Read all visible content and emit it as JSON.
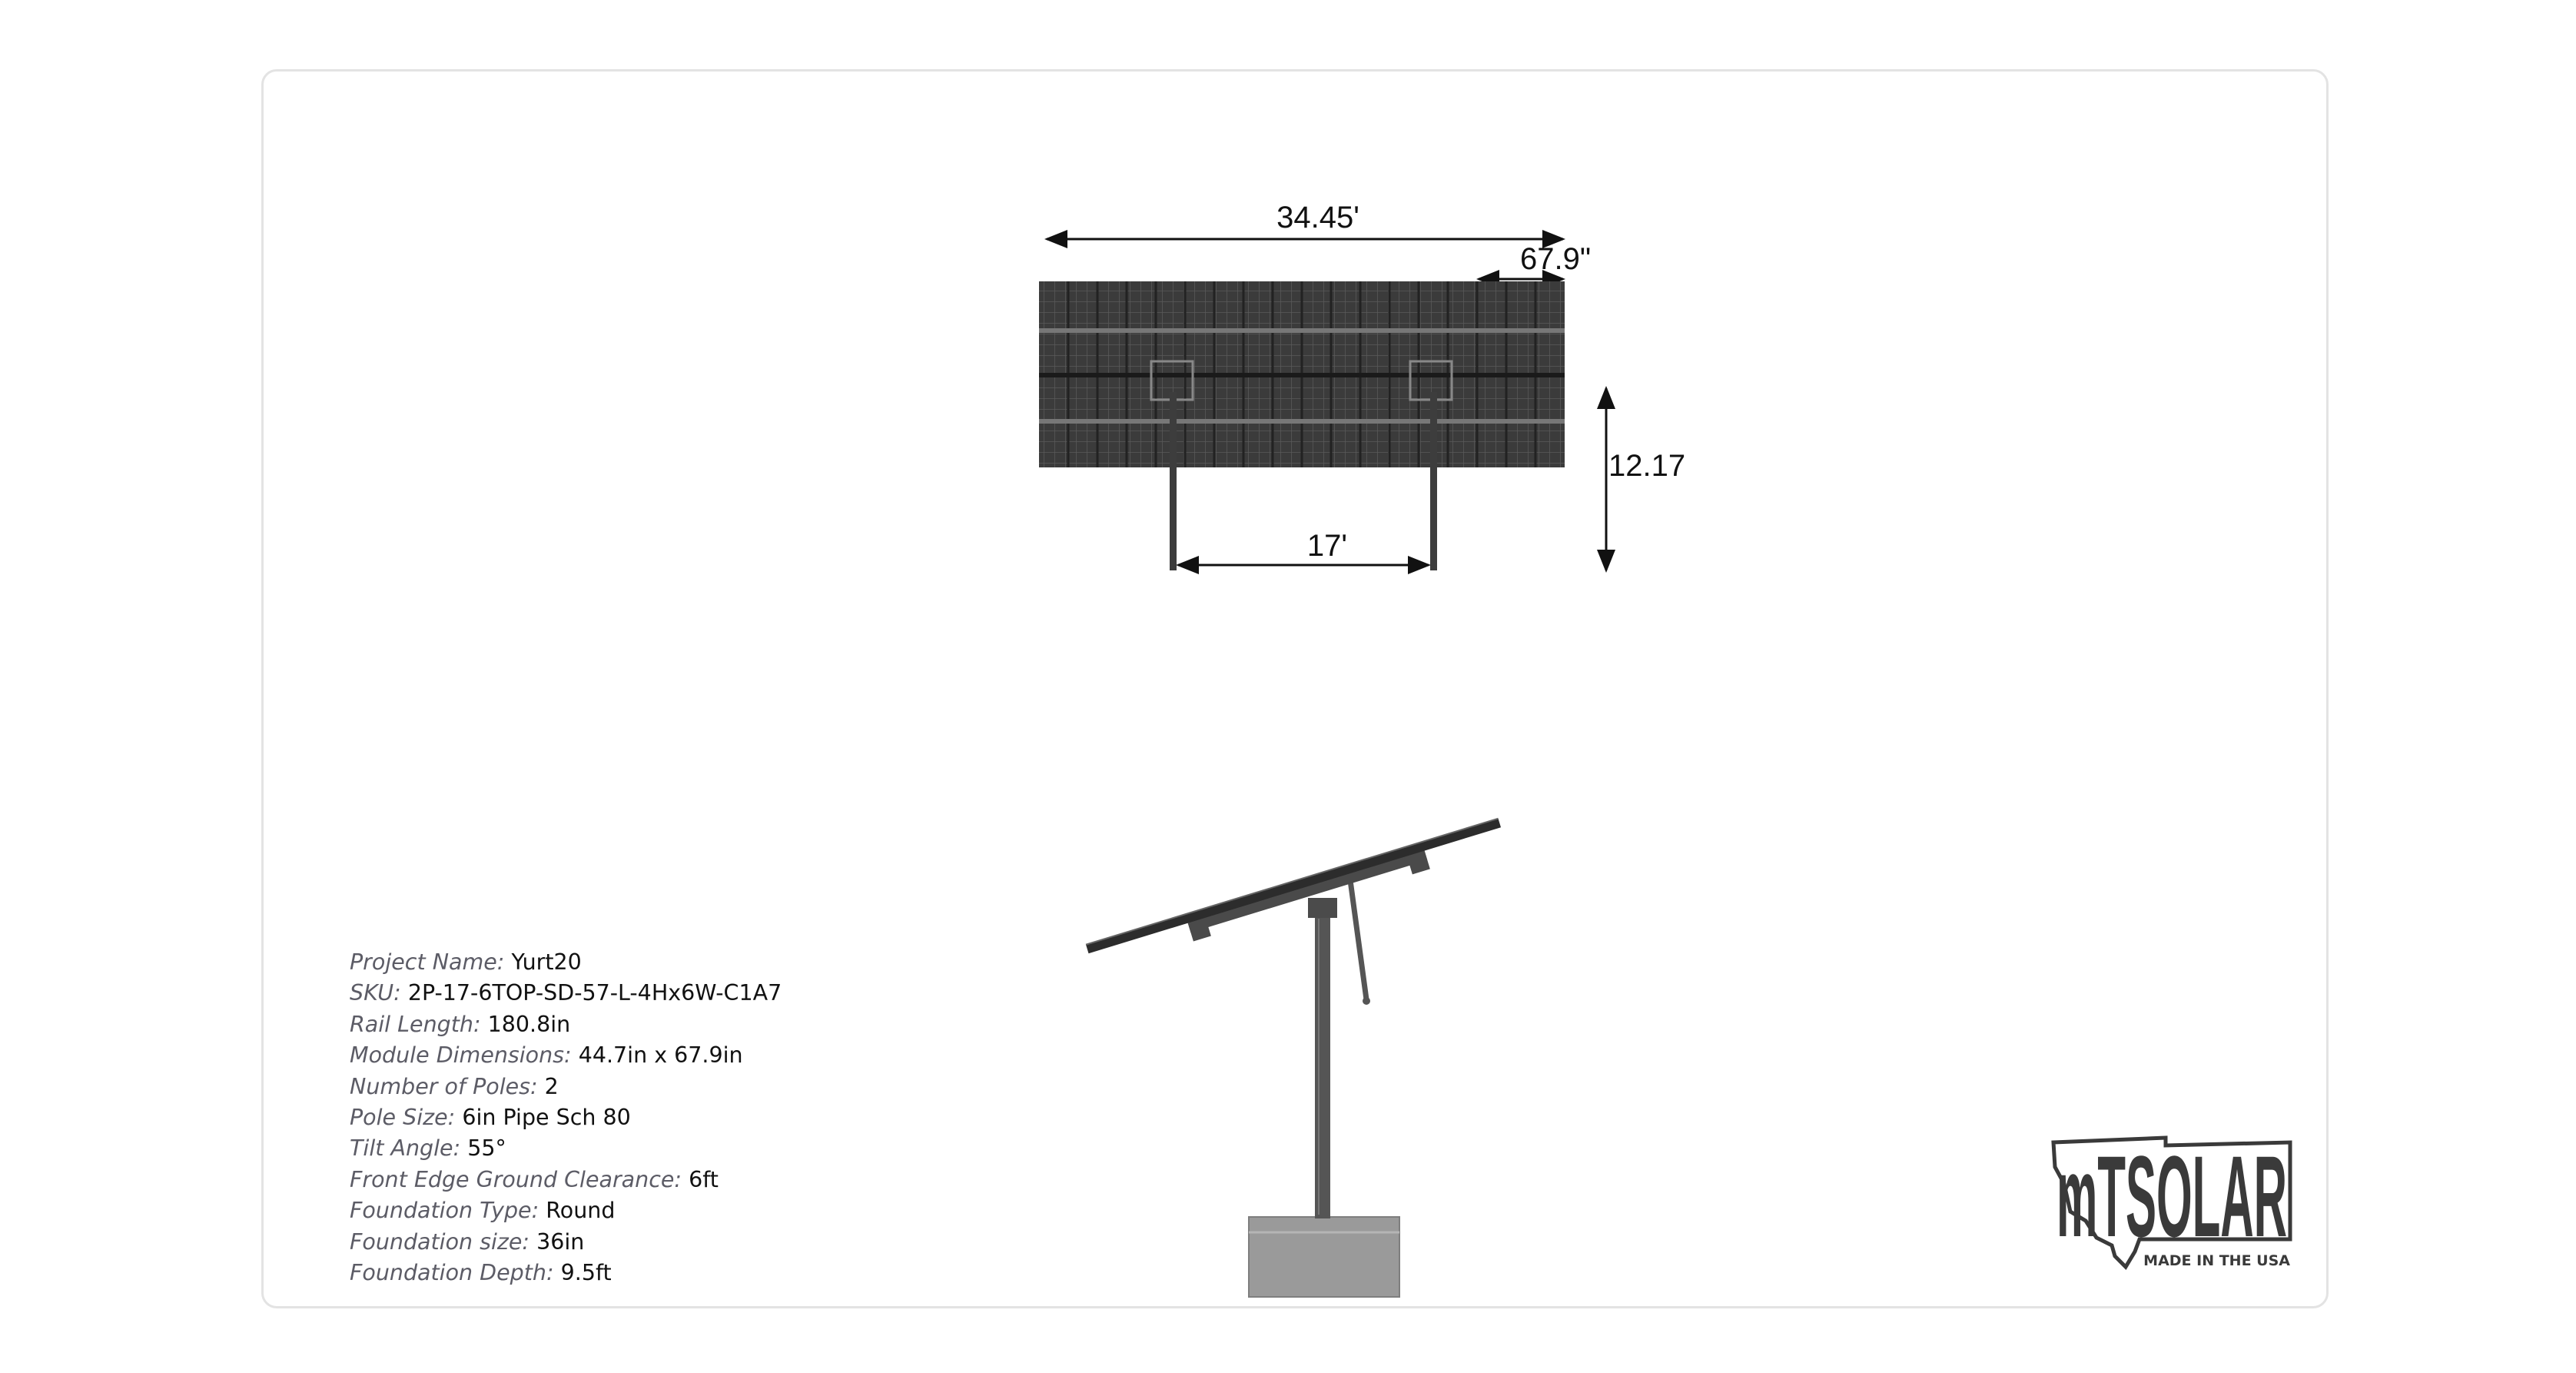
{
  "drawing": {
    "top_view": {
      "overall_width_label": "34.45'",
      "module_length_label": "67.9\"",
      "height_label": "12.17",
      "pole_spacing_label": "17'"
    }
  },
  "specs": [
    {
      "label": "Project Name:",
      "value": "Yurt20"
    },
    {
      "label": "SKU:",
      "value": "2P-17-6TOP-SD-57-L-4Hx6W-C1A7"
    },
    {
      "label": "Rail Length:",
      "value": "180.8in"
    },
    {
      "label": "Module Dimensions:",
      "value": "44.7in x 67.9in"
    },
    {
      "label": "Number of Poles:",
      "value": "2"
    },
    {
      "label": "Pole Size:",
      "value": "6in Pipe Sch 80"
    },
    {
      "label": "Tilt Angle:",
      "value": "55°"
    },
    {
      "label": "Front Edge Ground Clearance:",
      "value": "6ft"
    },
    {
      "label": "Foundation Type:",
      "value": "Round"
    },
    {
      "label": "Foundation size:",
      "value": "36in"
    },
    {
      "label": "Foundation Depth:",
      "value": "9.5ft"
    }
  ],
  "logo": {
    "brand_text": "mTSOLAR",
    "tagline": "MADE IN THE USA"
  }
}
